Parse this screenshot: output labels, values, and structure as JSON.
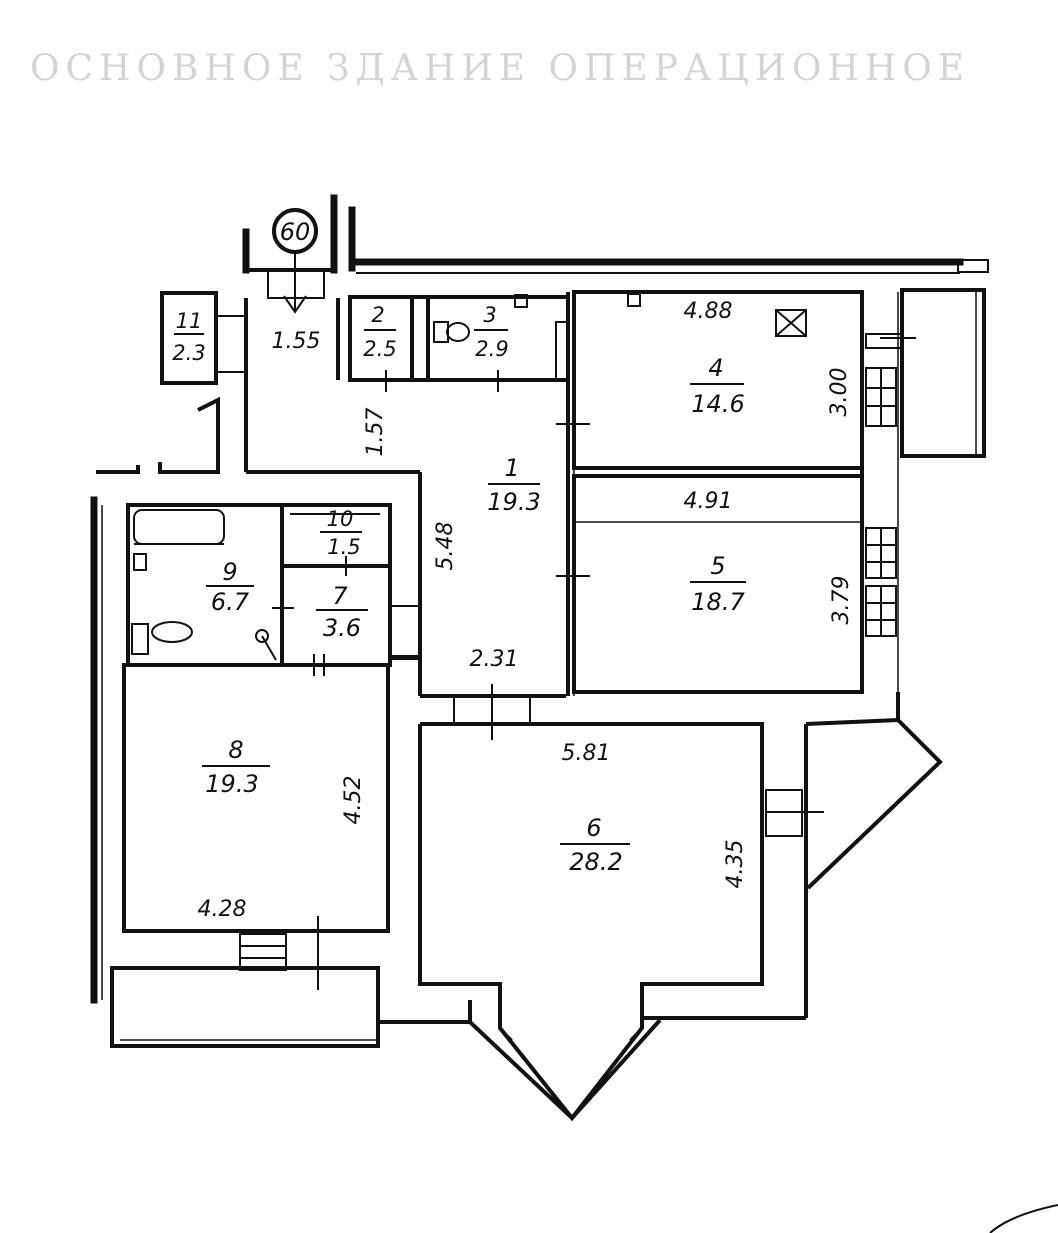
{
  "header_text": "ОСНОВНОЕ  ЗДАНИЕ  ОПЕРАЦИОННОЕ",
  "marker": {
    "number": "60"
  },
  "rooms": [
    {
      "id": "1",
      "area": "19.3"
    },
    {
      "id": "2",
      "area": "2.5"
    },
    {
      "id": "3",
      "area": "2.9"
    },
    {
      "id": "4",
      "area": "14.6"
    },
    {
      "id": "5",
      "area": "18.7"
    },
    {
      "id": "6",
      "area": "28.2"
    },
    {
      "id": "7",
      "area": "3.6"
    },
    {
      "id": "8",
      "area": "19.3"
    },
    {
      "id": "9",
      "area": "6.7"
    },
    {
      "id": "10",
      "area": "1.5"
    },
    {
      "id": "11",
      "area": "2.3"
    }
  ],
  "dimensions": {
    "entry_width": "1.55",
    "corridor_short": "1.57",
    "corridor_long": "5.48",
    "corridor_bottom": "2.31",
    "room4_width": "4.88",
    "room4_depth": "3.00",
    "room5_width": "4.91",
    "room5_depth": "3.79",
    "room6_width": "5.81",
    "room6_depth": "4.35",
    "room8_width": "4.28",
    "room8_depth": "4.52"
  }
}
